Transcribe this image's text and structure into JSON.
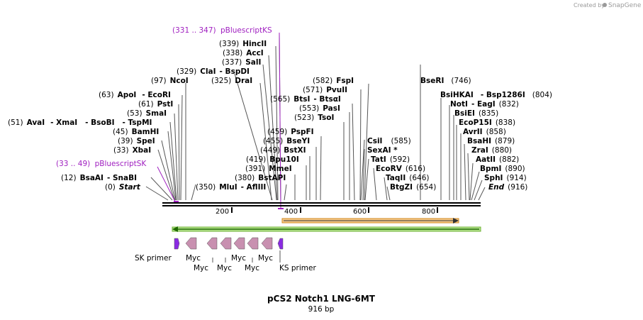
{
  "credit": {
    "text": "Created by",
    "brand": "SnapGene"
  },
  "map": {
    "title": "pCS2 Notch1 LNG-6MT",
    "subtitle": "916 bp",
    "length": 916,
    "ticks": [
      {
        "pos": 200,
        "label": "200"
      },
      {
        "pos": 400,
        "label": "400"
      },
      {
        "pos": 600,
        "label": "600"
      },
      {
        "pos": 800,
        "label": "800"
      }
    ],
    "primer_ks_label": {
      "range": "(331 .. 347)",
      "name": "pBluescriptKS"
    },
    "primer_sk_label": {
      "range": "(33 .. 49)",
      "name": "pBluescriptSK"
    },
    "left_sites": [
      {
        "pos": "(339)",
        "name": "HincII",
        "extra": ""
      },
      {
        "pos": "(338)",
        "name": "AccI",
        "extra": ""
      },
      {
        "pos": "(337)",
        "name": "SalI",
        "extra": ""
      },
      {
        "pos": "(329)",
        "name": "ClaI",
        "extra": "- BspDI"
      },
      {
        "pos": "(97)",
        "name": "NcoI",
        "extra": ""
      },
      {
        "pos": "(325)",
        "name": "DraI",
        "extra": ""
      },
      {
        "pos": "(63)",
        "name": "ApoI",
        "extra": "- EcoRI"
      },
      {
        "pos": "(61)",
        "name": "PstI",
        "extra": ""
      },
      {
        "pos": "(53)",
        "name": "SmaI",
        "extra": ""
      },
      {
        "pos": "(51)",
        "name": "AvaI",
        "extra": "- XmaI   - BsoBI   - TspMI"
      },
      {
        "pos": "(45)",
        "name": "BamHI",
        "extra": ""
      },
      {
        "pos": "(39)",
        "name": "SpeI",
        "extra": ""
      },
      {
        "pos": "(33)",
        "name": "XbaI",
        "extra": ""
      },
      {
        "pos": "(12)",
        "name": "BsaAI",
        "extra": "- SnaBI"
      },
      {
        "pos": "(0)",
        "name": "Start",
        "extra": ""
      },
      {
        "pos": "(350)",
        "name": "MluI",
        "extra": "- AflIII"
      }
    ],
    "mid_sites": [
      {
        "pos": "(582)",
        "name": "FspI"
      },
      {
        "pos": "(571)",
        "name": "PvuII"
      },
      {
        "pos": "(565)",
        "name": "BtsI",
        "extra": "- BtsαI"
      },
      {
        "pos": "(553)",
        "name": "PasI"
      },
      {
        "pos": "(523)",
        "name": "TsoI"
      },
      {
        "pos": "(459)",
        "name": "PspFI"
      },
      {
        "pos": "(455)",
        "name": "BseYI"
      },
      {
        "pos": "(449)",
        "name": "BstXI"
      },
      {
        "pos": "(419)",
        "name": "Bpu10I"
      },
      {
        "pos": "(391)",
        "name": "MmeI"
      },
      {
        "pos": "(380)",
        "name": "BstAPI"
      }
    ],
    "right_sites": [
      {
        "name": "BseRI",
        "pos": "(746)"
      },
      {
        "name": "BsiHKAI",
        "extra": "- Bsp1286I",
        "pos": "(804)"
      },
      {
        "name": "NotI",
        "extra": "- EagI",
        "pos": "(832)"
      },
      {
        "name": "BsiEI",
        "pos": "(835)"
      },
      {
        "name": "EcoP15I",
        "pos": "(838)"
      },
      {
        "name": "AvrII",
        "pos": "(858)"
      },
      {
        "name": "BsaHI",
        "pos": "(879)"
      },
      {
        "name": "ZraI",
        "pos": "(880)"
      },
      {
        "name": "AatII",
        "pos": "(882)"
      },
      {
        "name": "BpmI",
        "pos": "(890)"
      },
      {
        "name": "SphI",
        "pos": "(914)"
      },
      {
        "name": "End",
        "pos": "(916)"
      },
      {
        "name": "CsiI",
        "pos": "(585)"
      },
      {
        "name": "SexAI *",
        "pos": ""
      },
      {
        "name": "TatI",
        "pos": "(592)"
      },
      {
        "name": "EcoRV",
        "pos": "(616)"
      },
      {
        "name": "TaqII",
        "pos": "(646)"
      },
      {
        "name": "BtgZI",
        "pos": "(654)"
      }
    ],
    "features": {
      "sk_primer": "SK primer",
      "ks_primer": "KS primer",
      "myc_labels": [
        "Myc",
        "Myc",
        "Myc",
        "Myc",
        "Myc",
        "Myc"
      ]
    },
    "colors": {
      "primer": "#a020c0",
      "green_feature": "#2e8b00",
      "orange_feature": "#f0a030",
      "myc_tag": "#c890b0",
      "primer_site": "#8a2be2"
    }
  }
}
